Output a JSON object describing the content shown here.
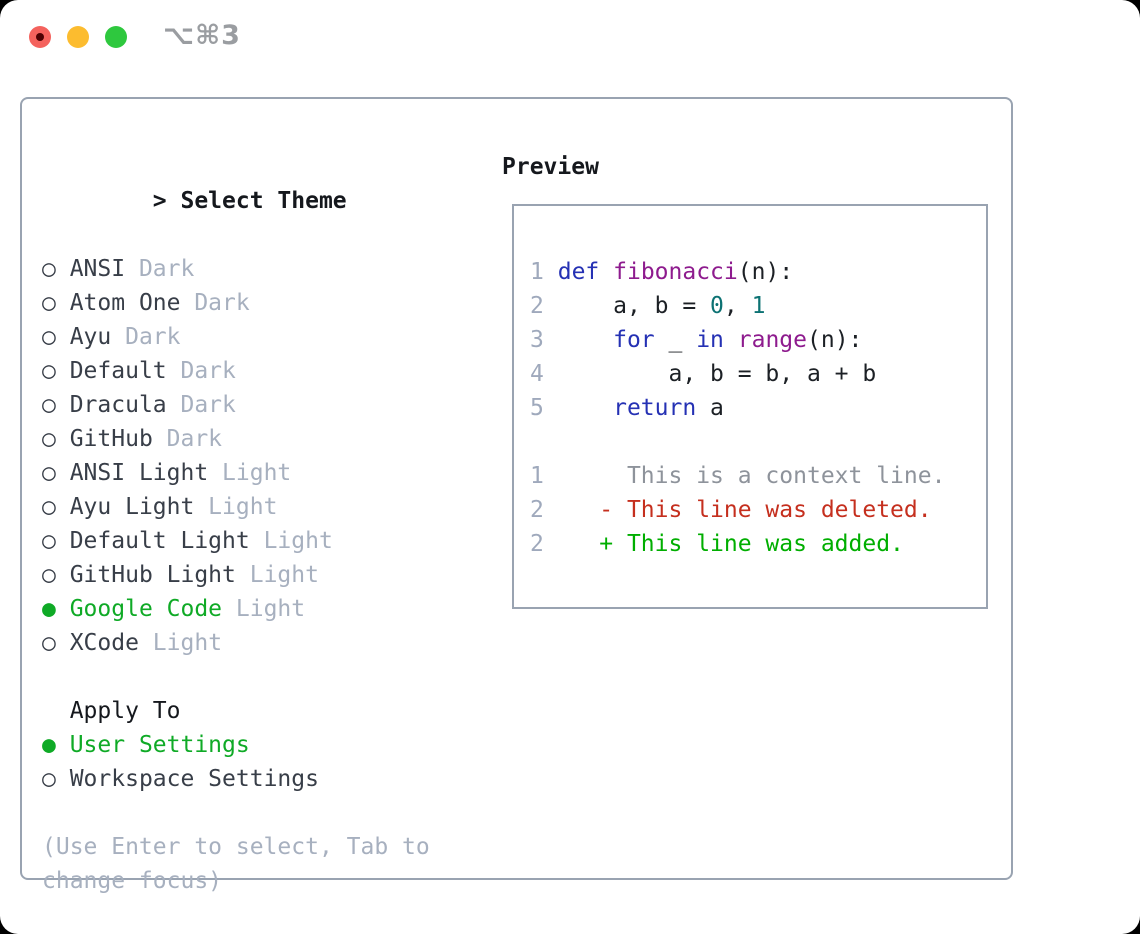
{
  "titlebar": {
    "shortcut": "⌥⌘3",
    "buttons": [
      {
        "name": "close",
        "color": "#f4625d"
      },
      {
        "name": "minimize",
        "color": "#fcbc2f"
      },
      {
        "name": "zoom",
        "color": "#2ec83e"
      }
    ]
  },
  "theme_list": {
    "title_prefix": "> ",
    "title": "Select Theme",
    "items": [
      {
        "name": "ANSI",
        "variant": "Dark",
        "selected": false
      },
      {
        "name": "Atom One",
        "variant": "Dark",
        "selected": false
      },
      {
        "name": "Ayu",
        "variant": "Dark",
        "selected": false
      },
      {
        "name": "Default",
        "variant": "Dark",
        "selected": false
      },
      {
        "name": "Dracula",
        "variant": "Dark",
        "selected": false
      },
      {
        "name": "GitHub",
        "variant": "Dark",
        "selected": false
      },
      {
        "name": "ANSI Light",
        "variant": "Light",
        "selected": false
      },
      {
        "name": "Ayu Light",
        "variant": "Light",
        "selected": false
      },
      {
        "name": "Default Light",
        "variant": "Light",
        "selected": false
      },
      {
        "name": "GitHub Light",
        "variant": "Light",
        "selected": false
      },
      {
        "name": "Google Code",
        "variant": "Light",
        "selected": true
      },
      {
        "name": "XCode",
        "variant": "Light",
        "selected": false
      }
    ],
    "bullet_unselected": "○",
    "bullet_selected": "●"
  },
  "apply_to": {
    "title": "Apply To",
    "items": [
      {
        "name": "User Settings",
        "selected": true
      },
      {
        "name": "Workspace Settings",
        "selected": false
      }
    ]
  },
  "help_text": "(Use Enter to select, Tab to change focus)",
  "preview": {
    "title": "Preview",
    "code_lines": [
      {
        "number": "1",
        "segments": [
          {
            "text": "def",
            "style": "keyword"
          },
          {
            "text": " ",
            "style": "plain"
          },
          {
            "text": "fibonacci",
            "style": "function"
          },
          {
            "text": "(n):",
            "style": "plain"
          }
        ]
      },
      {
        "number": "2",
        "segments": [
          {
            "text": "    a, b = ",
            "style": "plain"
          },
          {
            "text": "0",
            "style": "number"
          },
          {
            "text": ", ",
            "style": "plain"
          },
          {
            "text": "1",
            "style": "number"
          }
        ]
      },
      {
        "number": "3",
        "segments": [
          {
            "text": "    ",
            "style": "plain"
          },
          {
            "text": "for",
            "style": "keyword"
          },
          {
            "text": " _ ",
            "style": "plain"
          },
          {
            "text": "in",
            "style": "keyword"
          },
          {
            "text": " ",
            "style": "plain"
          },
          {
            "text": "range",
            "style": "function"
          },
          {
            "text": "(n):",
            "style": "plain"
          }
        ]
      },
      {
        "number": "4",
        "segments": [
          {
            "text": "        a, b = b, a + b",
            "style": "plain"
          }
        ]
      },
      {
        "number": "5",
        "segments": [
          {
            "text": "    ",
            "style": "plain"
          },
          {
            "text": "return",
            "style": "keyword"
          },
          {
            "text": " a",
            "style": "plain"
          }
        ]
      },
      {
        "number": "",
        "segments": []
      },
      {
        "number": "1",
        "segments": [
          {
            "text": "     This is a context line.",
            "style": "context"
          }
        ]
      },
      {
        "number": "2",
        "segments": [
          {
            "text": "   - This line was deleted.",
            "style": "deleted"
          }
        ]
      },
      {
        "number": "2",
        "segments": [
          {
            "text": "   + This line was added.",
            "style": "added"
          }
        ]
      }
    ]
  },
  "colors": {
    "selection_green": "#0faa26",
    "diff_added": "#00ae00",
    "diff_deleted": "#c52f1e",
    "keyword_blue": "#2531b4",
    "function_purple": "#8e1b8e",
    "number_teal": "#0c7273",
    "muted_gray": "#a7b0bf",
    "text_dark": "#383e48",
    "border_gray": "#99a3b1",
    "traffic_red": "#f4625d",
    "traffic_yellow": "#fcbc2f",
    "traffic_green": "#2ec83e"
  }
}
